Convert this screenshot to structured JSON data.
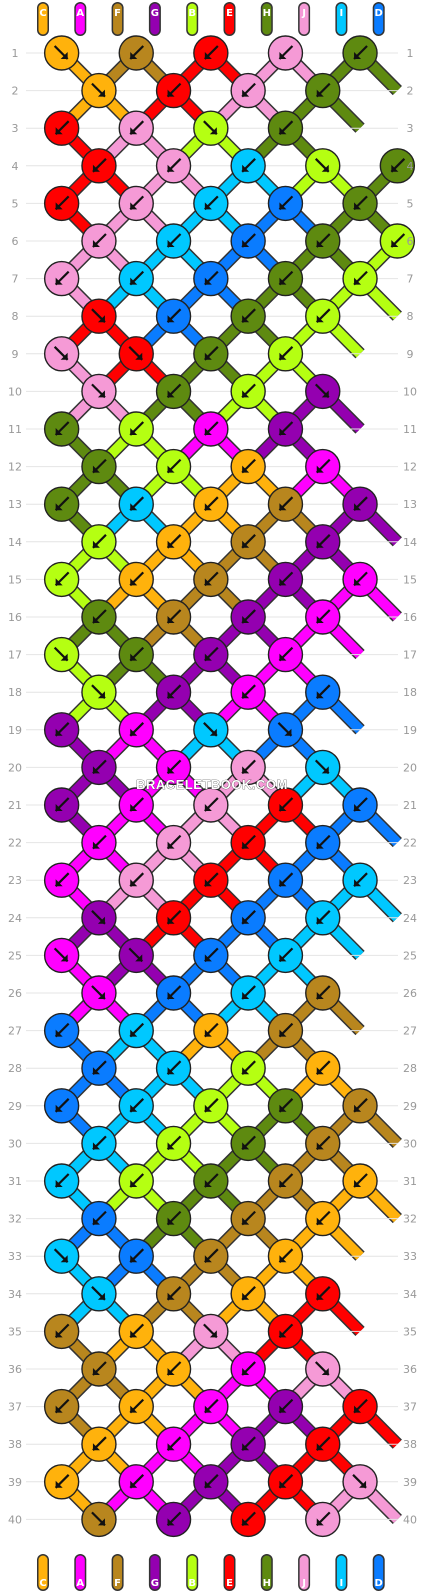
{
  "watermark": "BRACELETBOOK.COM",
  "string_labels": [
    "C",
    "A",
    "F",
    "G",
    "B",
    "E",
    "H",
    "J",
    "I",
    "D"
  ],
  "colors": {
    "C": "#ffb20c",
    "A": "#ff00ff",
    "F": "#b8861e",
    "G": "#9400b0",
    "B": "#b5ff12",
    "E": "#ff0000",
    "H": "#5e8a10",
    "J": "#f59ad6",
    "I": "#00c8ff",
    "D": "#0a7cff"
  },
  "row_count": 40,
  "knot_rows": [
    [
      "C",
      "F",
      "E",
      "J",
      "H"
    ],
    [
      "C",
      "E",
      "J",
      "H"
    ],
    [
      "E",
      "J",
      "B",
      "H"
    ],
    [
      "E",
      "J",
      "I",
      "B",
      "H"
    ],
    [
      "E",
      "J",
      "I",
      "D",
      "H"
    ],
    [
      "J",
      "I",
      "D",
      "H",
      "B"
    ],
    [
      "J",
      "I",
      "D",
      "H",
      "B"
    ],
    [
      "E",
      "D",
      "H",
      "B"
    ],
    [
      "J",
      "E",
      "H",
      "B"
    ],
    [
      "J",
      "H",
      "B",
      "G"
    ],
    [
      "H",
      "B",
      "A",
      "G"
    ],
    [
      "H",
      "B",
      "C",
      "A"
    ],
    [
      "H",
      "I",
      "C",
      "F",
      "G"
    ],
    [
      "B",
      "C",
      "F",
      "G"
    ],
    [
      "B",
      "C",
      "F",
      "G",
      "A"
    ],
    [
      "H",
      "F",
      "G",
      "A"
    ],
    [
      "B",
      "H",
      "G",
      "A"
    ],
    [
      "B",
      "G",
      "A",
      "D"
    ],
    [
      "G",
      "A",
      "I",
      "D"
    ],
    [
      "G",
      "A",
      "J",
      "I"
    ],
    [
      "G",
      "A",
      "J",
      "E",
      "D"
    ],
    [
      "A",
      "J",
      "E",
      "D"
    ],
    [
      "A",
      "J",
      "E",
      "D",
      "I"
    ],
    [
      "G",
      "E",
      "D",
      "I"
    ],
    [
      "A",
      "G",
      "D",
      "I"
    ],
    [
      "A",
      "D",
      "I",
      "F"
    ],
    [
      "D",
      "I",
      "C",
      "F"
    ],
    [
      "D",
      "I",
      "B",
      "C"
    ],
    [
      "D",
      "I",
      "B",
      "H",
      "F"
    ],
    [
      "I",
      "B",
      "H",
      "F"
    ],
    [
      "I",
      "B",
      "H",
      "F",
      "C"
    ],
    [
      "D",
      "H",
      "F",
      "C"
    ],
    [
      "I",
      "D",
      "F",
      "C"
    ],
    [
      "I",
      "F",
      "C",
      "E"
    ],
    [
      "F",
      "C",
      "J",
      "E"
    ],
    [
      "F",
      "C",
      "A",
      "J"
    ],
    [
      "F",
      "C",
      "A",
      "G",
      "E"
    ],
    [
      "C",
      "A",
      "G",
      "E"
    ],
    [
      "C",
      "A",
      "G",
      "E",
      "J"
    ],
    [
      "F",
      "G",
      "E",
      "J"
    ]
  ],
  "knot_dirs": [
    [
      "dr",
      "dl",
      "dl",
      "dl",
      "dl"
    ],
    [
      "dr",
      "dl",
      "dl",
      "dl"
    ],
    [
      "dl",
      "dl",
      "dr",
      "dl"
    ],
    [
      "dl",
      "dl",
      "dl",
      "dr",
      "dl"
    ],
    [
      "dl",
      "dl",
      "dl",
      "dl",
      "dl"
    ],
    [
      "dl",
      "dl",
      "dl",
      "dl",
      "dl"
    ],
    [
      "dl",
      "dl",
      "dl",
      "dl",
      "dl"
    ],
    [
      "dr",
      "dl",
      "dl",
      "dl"
    ],
    [
      "dr",
      "dr",
      "dl",
      "dl"
    ],
    [
      "dr",
      "dl",
      "dl",
      "dr"
    ],
    [
      "dl",
      "dl",
      "dl",
      "dl"
    ],
    [
      "dl",
      "dl",
      "dl",
      "dl"
    ],
    [
      "dl",
      "dl",
      "dl",
      "dl",
      "dl"
    ],
    [
      "dl",
      "dl",
      "dl",
      "dl"
    ],
    [
      "dl",
      "dl",
      "dl",
      "dl",
      "dl"
    ],
    [
      "dl",
      "dl",
      "dl",
      "dl"
    ],
    [
      "dr",
      "dl",
      "dl",
      "dl"
    ],
    [
      "dr",
      "dl",
      "dl",
      "dl"
    ],
    [
      "dl",
      "dl",
      "dr",
      "dr"
    ],
    [
      "dl",
      "dl",
      "dl",
      "dr"
    ],
    [
      "dl",
      "dl",
      "dl",
      "dl",
      "dl"
    ],
    [
      "dl",
      "dl",
      "dl",
      "dl"
    ],
    [
      "dl",
      "dl",
      "dl",
      "dl",
      "dl"
    ],
    [
      "dr",
      "dl",
      "dl",
      "dl"
    ],
    [
      "dr",
      "dr",
      "dl",
      "dl"
    ],
    [
      "dr",
      "dl",
      "dl",
      "dl"
    ],
    [
      "dl",
      "dl",
      "dl",
      "dl"
    ],
    [
      "dl",
      "dl",
      "dl",
      "dl"
    ],
    [
      "dl",
      "dl",
      "dl",
      "dl",
      "dl"
    ],
    [
      "dl",
      "dl",
      "dl",
      "dl"
    ],
    [
      "dl",
      "dl",
      "dl",
      "dl",
      "dl"
    ],
    [
      "dl",
      "dl",
      "dl",
      "dl"
    ],
    [
      "dr",
      "dl",
      "dl",
      "dl"
    ],
    [
      "dr",
      "dl",
      "dl",
      "dl"
    ],
    [
      "dl",
      "dl",
      "dr",
      "dl"
    ],
    [
      "dl",
      "dl",
      "dl",
      "dr"
    ],
    [
      "dl",
      "dl",
      "dl",
      "dl",
      "dl"
    ],
    [
      "dl",
      "dl",
      "dl",
      "dl"
    ],
    [
      "dl",
      "dl",
      "dl",
      "dl",
      "dr"
    ],
    [
      "dr",
      "dl",
      "dl",
      "dl"
    ]
  ]
}
